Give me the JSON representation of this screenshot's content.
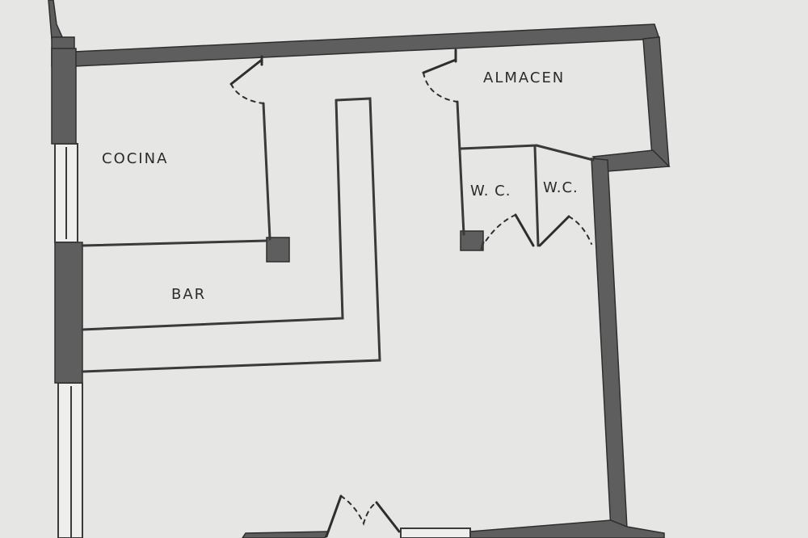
{
  "rooms": {
    "cocina": "COCINA",
    "almacen": "ALMACEN",
    "bar": "BAR",
    "wc_left": "W. C.",
    "wc_right": "W.C."
  },
  "colors": {
    "background": "#e6e6e4",
    "wall_fill": "#5e5e5e",
    "wall_stroke": "#2e2e2e",
    "line": "#3a3a3a",
    "text": "#2b2b2b"
  }
}
